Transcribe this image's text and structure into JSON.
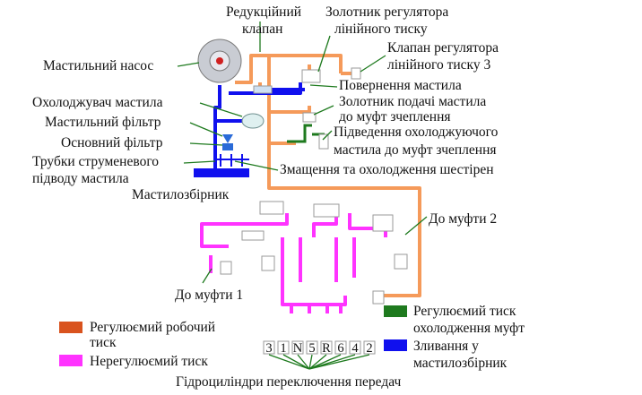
{
  "labels": {
    "reducing_valve": [
      "Редукційний",
      "клапан"
    ],
    "line_pressure_regulator_spool": [
      "Золотник регулятора",
      "лінійного тиску"
    ],
    "line_pressure_regulator_valve": [
      "Клапан регулятора",
      "лінійного тиску 3"
    ],
    "oil_pump": "Мастильний насос",
    "oil_return": "Повернення мастила",
    "oil_cooler": "Охолоджувач мастила",
    "oil_supply_spool": [
      "Золотник подачі мастила",
      "до муфт зчеплення"
    ],
    "oil_filter": "Мастильний фільтр",
    "cooling_oil_supply": [
      "Підведення охолоджуючого",
      "мастила до муфт зчеплення"
    ],
    "main_filter": "Основний фільтр",
    "jet_tubes": [
      "Трубки струменевого",
      "підводу мастила"
    ],
    "gear_lubrication": "Змащення та охолодження шестірен",
    "sump": "Мастилозбірник",
    "to_clutch_2": "До муфти 2",
    "to_clutch_1": "До муфти 1",
    "gear_shift_cylinders": "Гідроциліндри переключення передач",
    "shift_positions": [
      "3",
      "1",
      "N",
      "5",
      "R",
      "6",
      "4",
      "2"
    ]
  },
  "legend": [
    {
      "text": [
        "Регулюємий робочий",
        "тиск"
      ],
      "color": "#d9531e"
    },
    {
      "text": [
        "Нерегулюємий тиск"
      ],
      "color": "#ff33ff"
    },
    {
      "text": [
        "Регулюємий тиск",
        "охолодження муфт"
      ],
      "color": "#1e7a1e"
    },
    {
      "text": [
        "Зливання у",
        "мастилозбірник"
      ],
      "color": "#1010ee"
    }
  ],
  "colors": {
    "regulated_pressure": "#f59a5a",
    "unregulated_pressure": "#ff33ff",
    "cooling_pressure": "#1e7a1e",
    "drain": "#1010ee",
    "pointer": "#1e7a1e"
  }
}
